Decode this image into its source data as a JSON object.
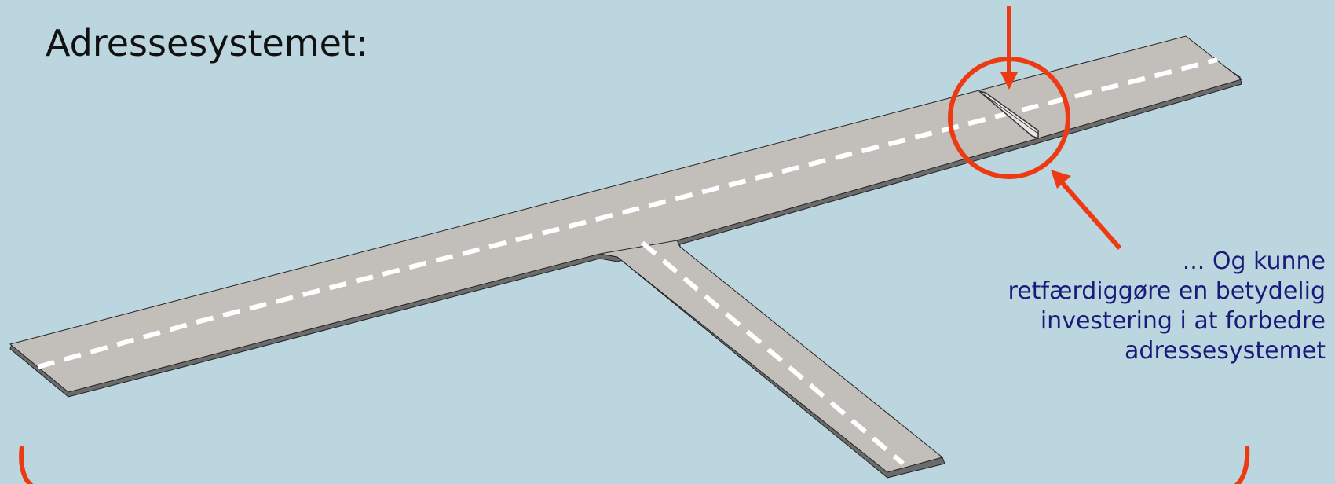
{
  "slide": {
    "title": "Adressesystemet:",
    "callout_lines": [
      "... Og kunne",
      "retfærdiggøre en betydelig",
      "investering i at forbedre",
      "adressesystemet"
    ]
  },
  "colors": {
    "background": "#bcd6df",
    "road_surface": "#c2bfbb",
    "road_shadow": "#6b6b6b",
    "lane_marking": "#ffffff",
    "annotation": "#ee3a12",
    "callout_text": "#1a1a7a",
    "title_text": "#111111"
  }
}
